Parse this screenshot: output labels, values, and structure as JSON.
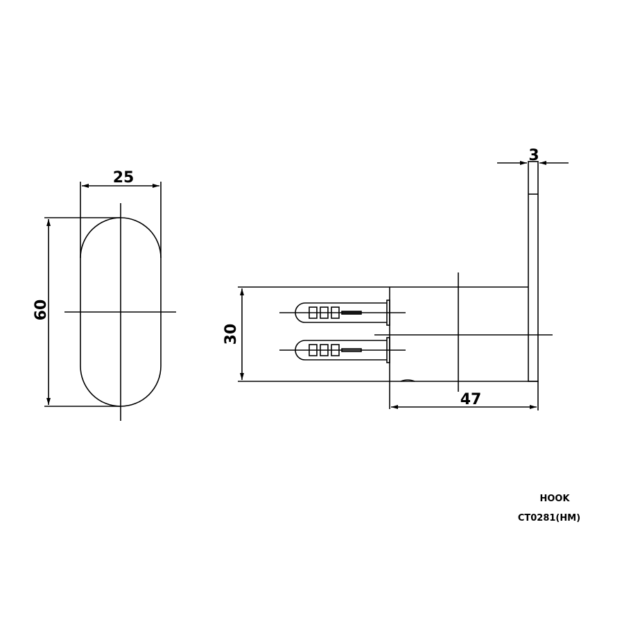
{
  "dimensions": {
    "width": "25",
    "height": "60",
    "depth_height": "30",
    "projection": "47",
    "plate_thickness": "3"
  },
  "title_block": {
    "name": "HOOK",
    "code": "CT0281(HM)"
  },
  "colors": {
    "line": "#000000",
    "background": "#ffffff"
  }
}
